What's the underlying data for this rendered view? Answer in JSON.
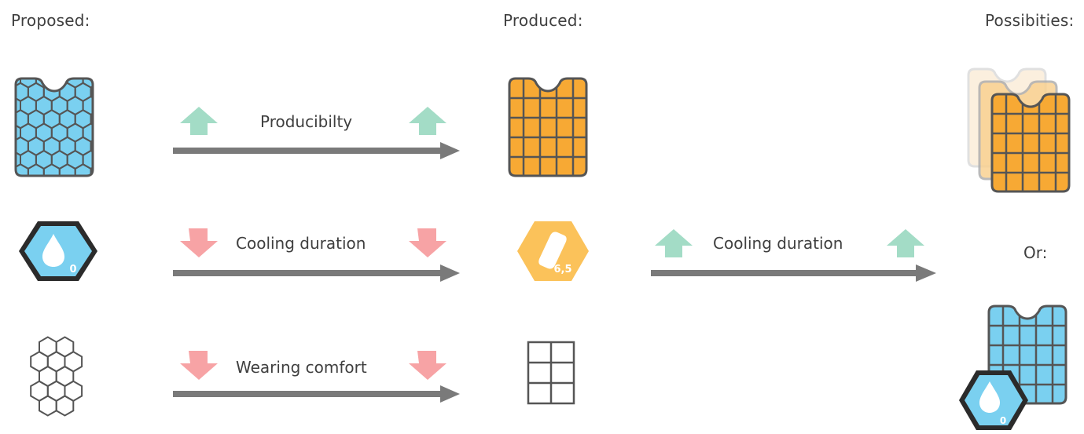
{
  "headers": {
    "proposed": "Proposed:",
    "produced": "Produced:",
    "possibilities": "Possibities:"
  },
  "rows": [
    {
      "label": "Producibilty",
      "trend": "up"
    },
    {
      "label": "Cooling duration",
      "trend": "down"
    },
    {
      "label": "Wearing comfort",
      "trend": "down"
    }
  ],
  "extra": {
    "label": "Cooling duration",
    "trend": "up"
  },
  "or_label": "Or:",
  "badges": {
    "proposed_cooling": "0",
    "produced_cooling": "6,5",
    "possibility_cooling": "0"
  },
  "colors": {
    "blue": "#7ad0f0",
    "orange": "#f7a934",
    "pale_orange": "#f8e3c4",
    "up_arrow": "#a3dcc6",
    "down_arrow": "#f7a3a5",
    "gray_arrow": "#7a7a7a",
    "outline": "#555555",
    "dark_badge": "#2b2b2b",
    "yellow_badge": "#fbc25a"
  }
}
